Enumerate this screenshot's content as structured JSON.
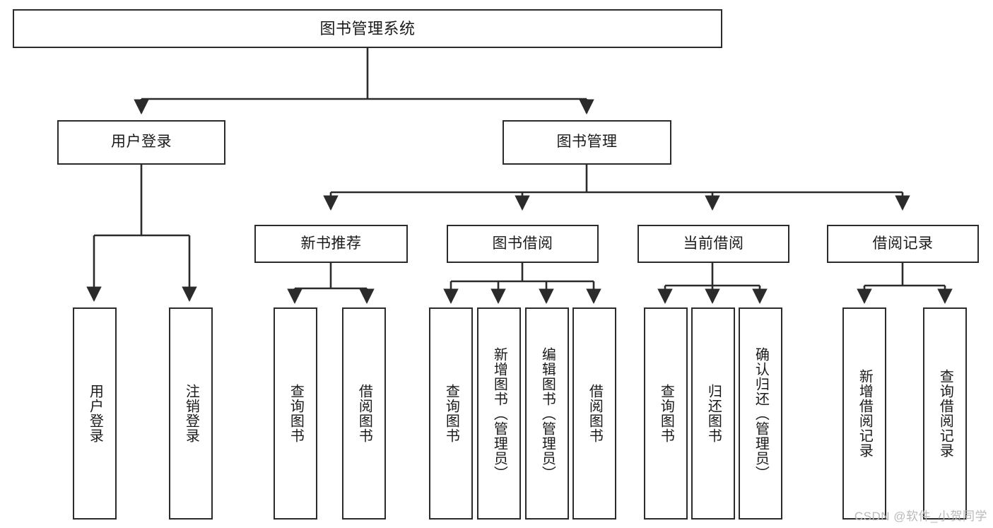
{
  "diagram": {
    "title": "图书管理系统",
    "watermark": "CSDN @软件_小贺同学",
    "stroke_color": "#2b2b2b",
    "background_color": "#ffffff",
    "watermark_color": "#b9b9b9"
  },
  "nodes": {
    "root": {
      "label": "图书管理系统"
    },
    "level2": [
      {
        "label": "用户登录"
      },
      {
        "label": "图书管理"
      }
    ],
    "level3": [
      {
        "label": "新书推荐"
      },
      {
        "label": "图书借阅"
      },
      {
        "label": "当前借阅"
      },
      {
        "label": "借阅记录"
      }
    ],
    "leaves": {
      "user_login": [
        {
          "label": "用户登录"
        },
        {
          "label": "注销登录"
        }
      ],
      "new_book_recommend": [
        {
          "label": "查询图书"
        },
        {
          "label": "借阅图书"
        }
      ],
      "book_borrow": [
        {
          "label": "查询图书"
        },
        {
          "label": "新增图书（管理员）"
        },
        {
          "label": "编辑图书（管理员）"
        },
        {
          "label": "借阅图书"
        }
      ],
      "current_borrow": [
        {
          "label": "查询图书"
        },
        {
          "label": "归还图书"
        },
        {
          "label": "确认归还（管理员）"
        }
      ],
      "borrow_record": [
        {
          "label": "新增借阅记录"
        },
        {
          "label": "查询借阅记录"
        }
      ]
    }
  }
}
